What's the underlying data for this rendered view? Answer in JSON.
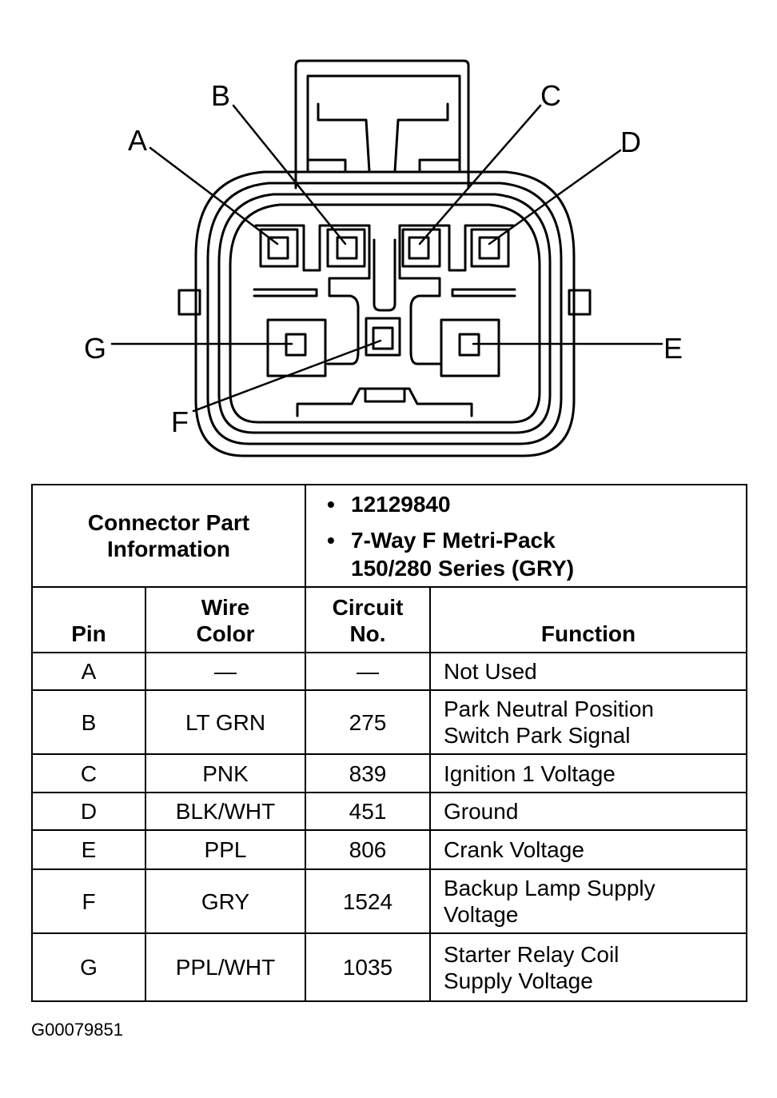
{
  "connector": {
    "pins": [
      {
        "label": "A"
      },
      {
        "label": "B"
      },
      {
        "label": "C"
      },
      {
        "label": "D"
      },
      {
        "label": "E"
      },
      {
        "label": "F"
      },
      {
        "label": "G"
      }
    ]
  },
  "part_info": {
    "header": "Connector Part\nInformation",
    "items": [
      "12129840",
      "7-Way F Metri-Pack\n150/280 Series (GRY)"
    ]
  },
  "table": {
    "columns": {
      "pin": "Pin",
      "wire_color": "Wire\nColor",
      "circuit": "Circuit\nNo.",
      "function": "Function"
    },
    "rows": [
      {
        "pin": "A",
        "wire_color": "—",
        "circuit": "—",
        "function": "Not Used"
      },
      {
        "pin": "B",
        "wire_color": "LT GRN",
        "circuit": "275",
        "function": "Park Neutral Position\nSwitch Park Signal"
      },
      {
        "pin": "C",
        "wire_color": "PNK",
        "circuit": "839",
        "function": "Ignition 1 Voltage"
      },
      {
        "pin": "D",
        "wire_color": "BLK/WHT",
        "circuit": "451",
        "function": "Ground"
      },
      {
        "pin": "E",
        "wire_color": "PPL",
        "circuit": "806",
        "function": "Crank Voltage"
      },
      {
        "pin": "F",
        "wire_color": "GRY",
        "circuit": "1524",
        "function": "Backup Lamp Supply\nVoltage"
      },
      {
        "pin": "G",
        "wire_color": "PPL/WHT",
        "circuit": "1035",
        "function": "Starter Relay Coil\nSupply Voltage"
      }
    ]
  },
  "figure_id": "G00079851"
}
